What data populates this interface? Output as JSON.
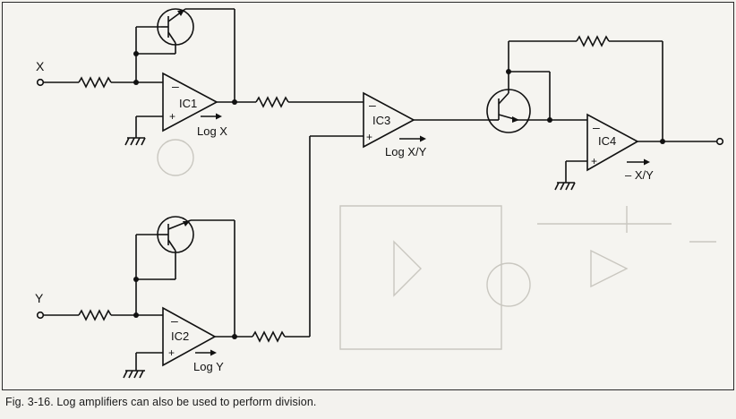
{
  "inputs": {
    "x": "X",
    "y": "Y"
  },
  "amplifiers": {
    "ic1": {
      "name": "IC1",
      "output_label": "Log X"
    },
    "ic2": {
      "name": "IC2",
      "output_label": "Log Y"
    },
    "ic3": {
      "name": "IC3",
      "output_label": "Log X/Y"
    },
    "ic4": {
      "name": "IC4",
      "output_label": "– X/Y"
    }
  },
  "pins": {
    "minus": "–",
    "plus": "+"
  },
  "caption": "Fig. 3-16. Log amplifiers can also be used to perform division."
}
